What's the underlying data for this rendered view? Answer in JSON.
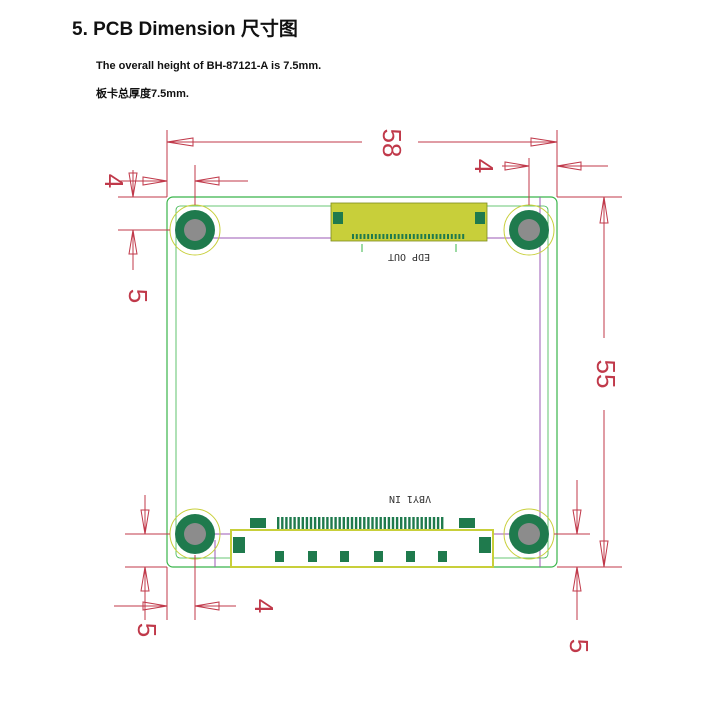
{
  "header": {
    "title": "5. PCB Dimension 尺寸图",
    "height_note": "The overall height of BH-87121-A is 7.5mm.",
    "thickness_note": "板卡总厚度7.5mm."
  },
  "dimensions": {
    "width": "58",
    "height": "55",
    "top_left_hole_x": "4",
    "top_right_hole_x": "4",
    "top_left_hole_y": "5",
    "bottom_left_hole_y": "5",
    "bottom_left_hole_x": "4",
    "bottom_right_hole_y": "5"
  },
  "connectors": {
    "top_label": "EDP OUT",
    "bottom_label": "VBY1 IN"
  },
  "colors": {
    "dimension": "#c0394a",
    "board_outline": "#39b54a",
    "connector_fill": "#c8cf3a",
    "pad": "#1f7a4d",
    "hole": "#8c8c8c",
    "guide": "#9b59b6"
  }
}
